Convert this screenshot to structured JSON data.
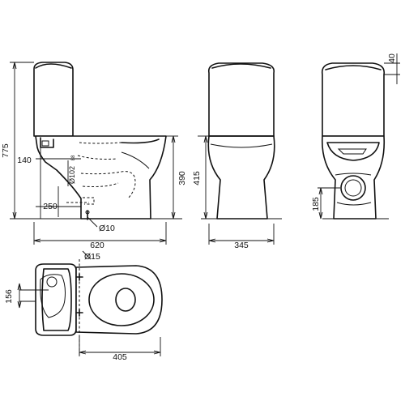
{
  "dimensions": {
    "total_height": "775",
    "inlet_height": "140",
    "inlet_diameter": "Ø102",
    "inlet_diameter_unit": "88",
    "outlet_height": "250",
    "floor_fix_diameter": "Ø10",
    "total_length": "620",
    "seat_height_side": "390",
    "seat_height_front": "415",
    "base_width_front": "345",
    "lid_thickness": "40",
    "outlet_center_height": "185",
    "water_inlet_diameter": "Ø15",
    "water_inlet_offset": "156",
    "fixing_distance": "405"
  }
}
